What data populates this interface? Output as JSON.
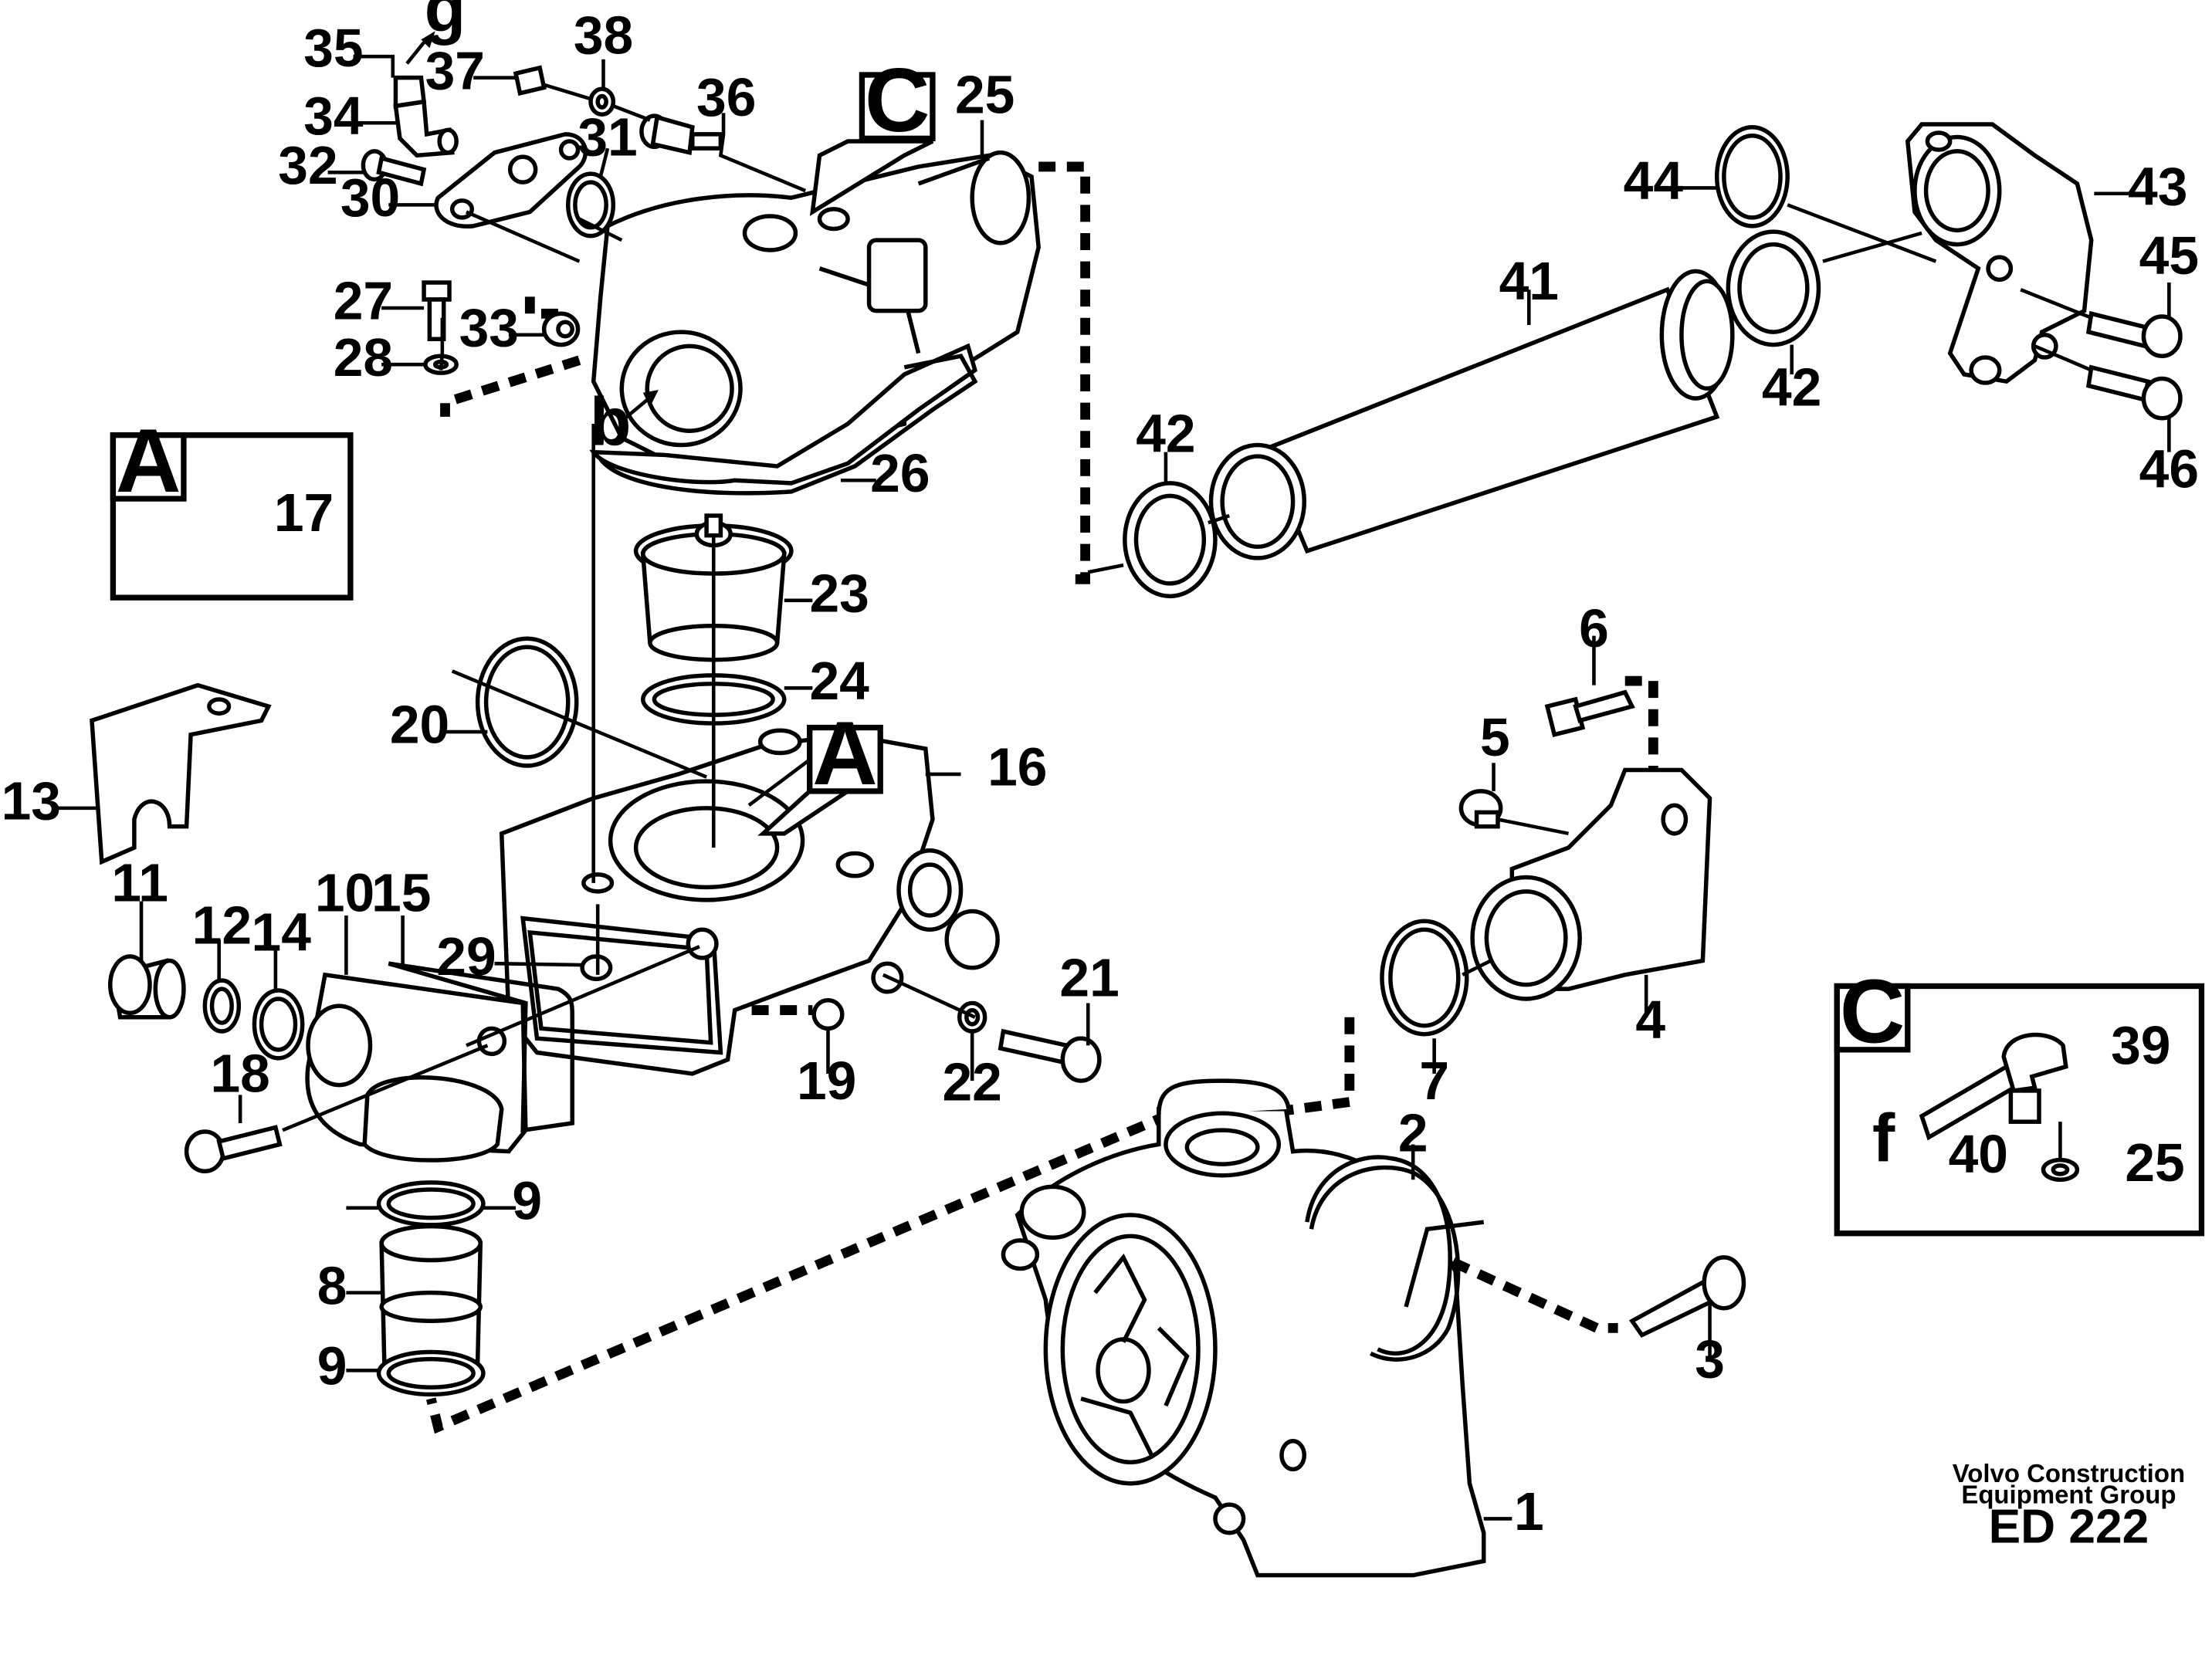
{
  "labels": {
    "n1": "1",
    "n2": "2",
    "n3": "3",
    "n4": "4",
    "n5": "5",
    "n6": "6",
    "n7": "7",
    "n8": "8",
    "n9a": "9",
    "n9b": "9",
    "n10": "10",
    "n11": "11",
    "n12": "12",
    "n13": "13",
    "n14": "14",
    "n15": "15",
    "n16": "16",
    "n17": "17",
    "n18": "18",
    "n19": "19",
    "n20": "20",
    "n21": "21",
    "n22": "22",
    "n23": "23",
    "n24": "24",
    "n25a": "25",
    "n25b": "25",
    "n26": "26",
    "n27": "27",
    "n28": "28",
    "n29": "29",
    "n30": "30",
    "n31": "31",
    "n32": "32",
    "n33": "33",
    "n34": "34",
    "n35": "35",
    "n36": "36",
    "n37": "37",
    "n38": "38",
    "n39": "39",
    "n40": "40",
    "n41": "41",
    "n42a": "42",
    "n42b": "42",
    "n43": "43",
    "n44": "44",
    "n45": "45",
    "n46": "46"
  },
  "letters": {
    "g": "g",
    "b": "b",
    "f": "f"
  },
  "detail_boxes": {
    "a_inset": "A",
    "c_main": "C",
    "a_main": "A",
    "c_inset": "C"
  },
  "footer": {
    "line1": "Volvo Construction",
    "line2": "Equipment Group",
    "code": "ED 222"
  }
}
